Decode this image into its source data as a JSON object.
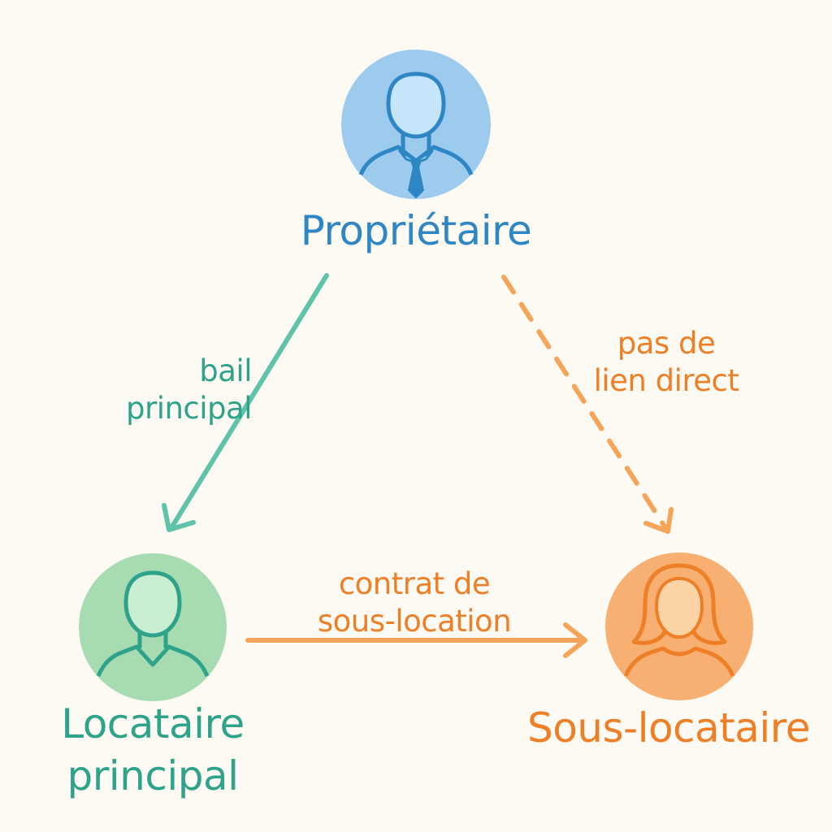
{
  "nodes": {
    "owner": {
      "label": "Propriétaire",
      "icon": "businessman-icon",
      "color": "#2f86c5",
      "fill": "#9ccbee",
      "face": "#c5e5fb"
    },
    "main_tenant": {
      "label": "Locataire\nprincipal",
      "icon": "person-icon",
      "color": "#2fa38a",
      "fill": "#a7dbb2",
      "face": "#c9eed2"
    },
    "subtenant": {
      "label": "Sous-locataire",
      "icon": "woman-icon",
      "color": "#ee7f27",
      "fill": "#f7b071",
      "face": "#fbd3a4"
    }
  },
  "edges": {
    "main_lease": {
      "label": "bail\nprincipal",
      "color": "#5ec3a9",
      "style": "solid"
    },
    "sublease_contract": {
      "label": "contrat de\nsous-location",
      "color": "#f5a45a",
      "style": "solid"
    },
    "no_direct_link": {
      "label": "pas de\nlien direct",
      "color": "#f5a45a",
      "style": "dashed"
    }
  }
}
